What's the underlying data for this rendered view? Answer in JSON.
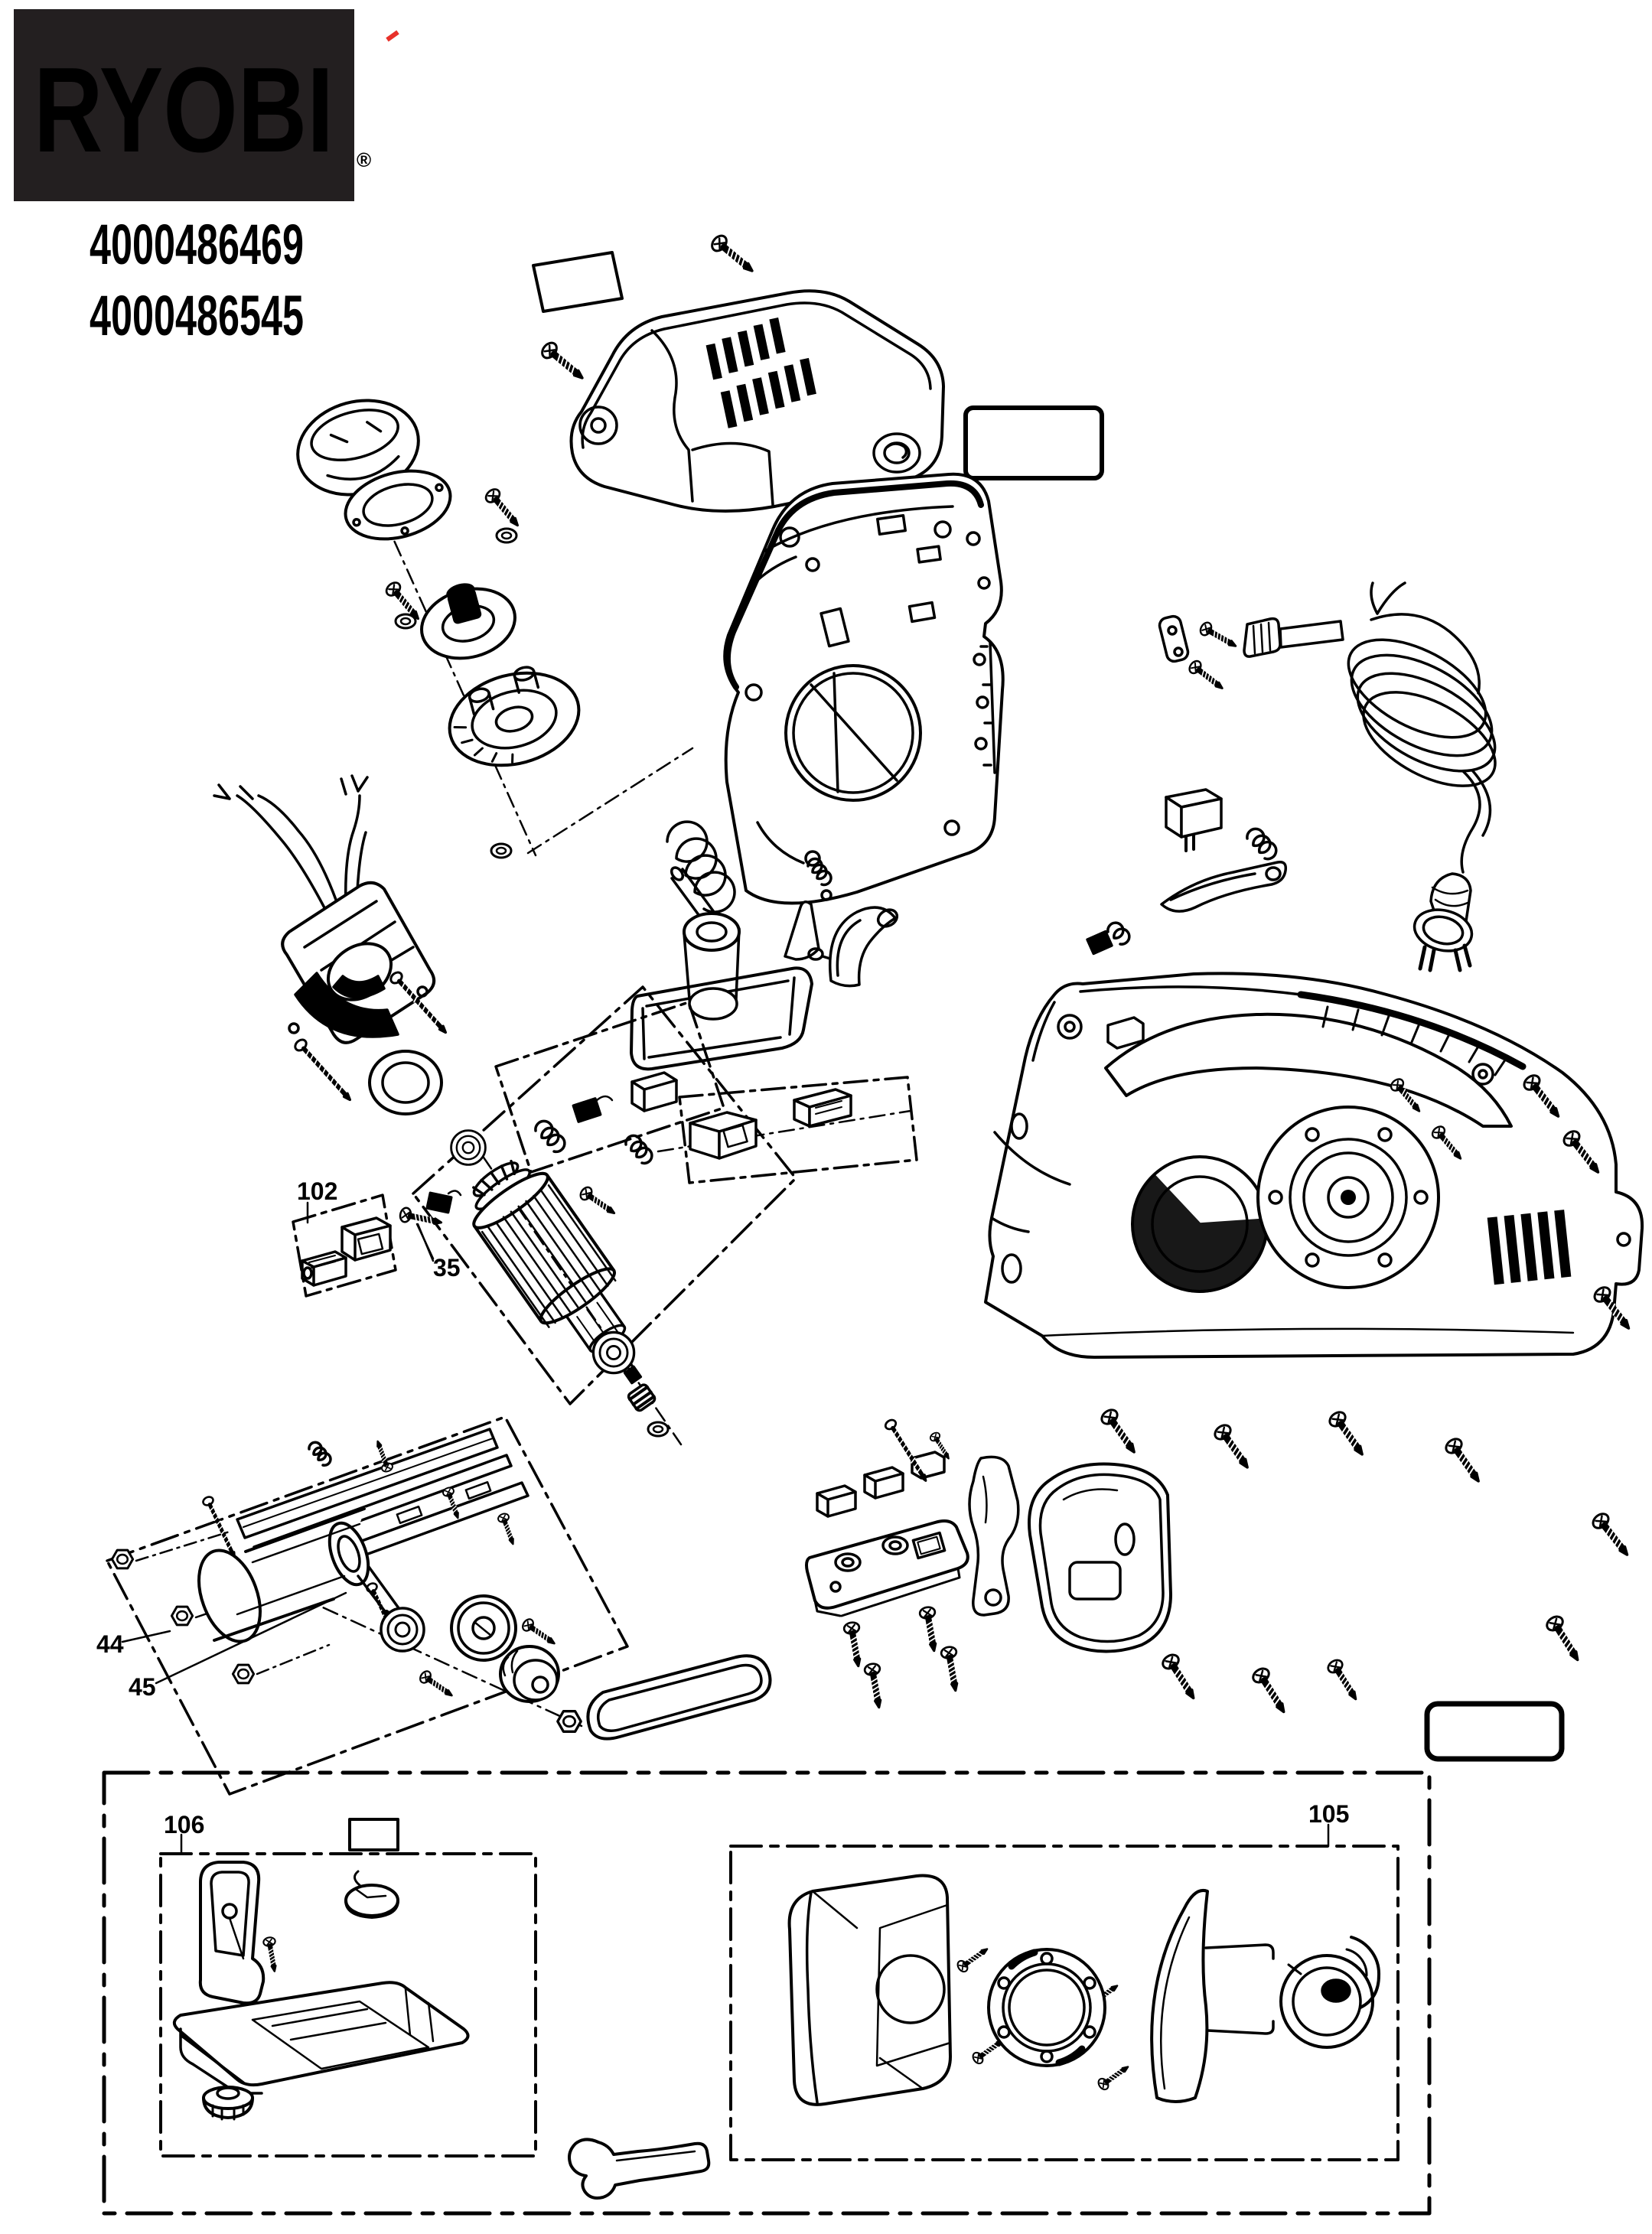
{
  "page": {
    "background": "#ffffff",
    "line_color": "#000000",
    "accent_red": "#e8312a",
    "logo_background": "#231f20",
    "logo_text_color": "#ffffff"
  },
  "brand": {
    "logo_text": "RYOBI",
    "registered_mark": "®"
  },
  "model_numbers": {
    "line1": "4000486469",
    "line2": "4000486545"
  },
  "part_labels": {
    "brush_group": "102",
    "brush_screw": "35",
    "blade_nut": "44",
    "planer_blade": "45",
    "edge_guide_kit": "106",
    "dust_extraction_kit": "105"
  }
}
